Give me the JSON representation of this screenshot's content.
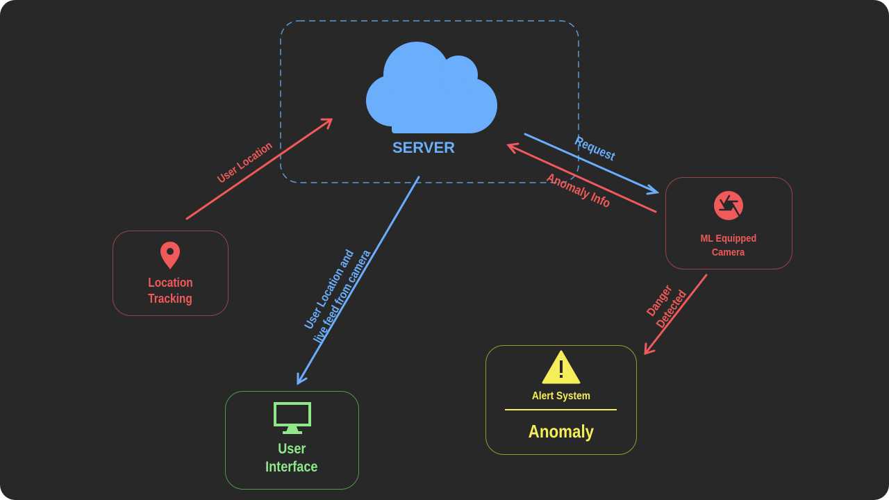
{
  "server": {
    "label": "SERVER"
  },
  "location_tracking": {
    "line1": "Location",
    "line2": "Tracking"
  },
  "camera": {
    "line1": "ML Equipped",
    "line2": "Camera"
  },
  "user_interface": {
    "line1": "User",
    "line2": "Interface"
  },
  "alert_system": {
    "title": "Alert System",
    "status": "Anomaly"
  },
  "edges": {
    "user_location": "User Location",
    "request": "Request",
    "anomaly_info": "Anomaly Info",
    "feed_line1": "User Location and",
    "feed_line2": "live feed from camera",
    "danger_line1": "Danger",
    "danger_line2": "Detected"
  },
  "colors": {
    "background": "#282828",
    "red": "#f05a5a",
    "blue": "#6aaefc",
    "green": "#8ee88a",
    "yellow": "#f5ee5a"
  },
  "icons": {
    "server": "cloud-icon",
    "location": "map-pin-icon",
    "camera": "camera-shutter-icon",
    "ui": "monitor-icon",
    "alert": "warning-triangle-icon"
  }
}
